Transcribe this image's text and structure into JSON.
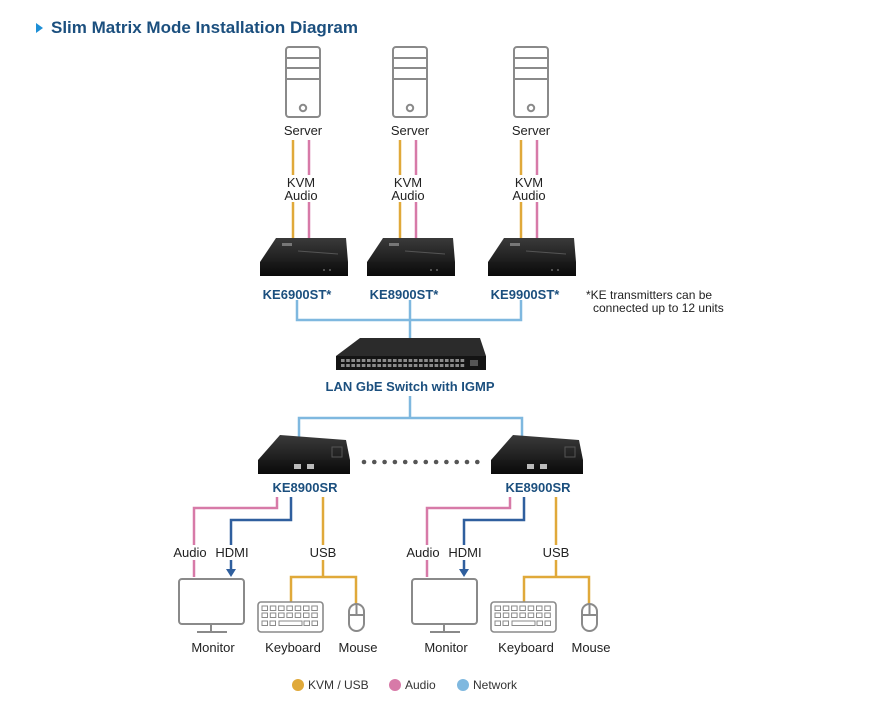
{
  "title": "Slim Matrix Mode Installation Diagram",
  "colors": {
    "kvm_usb": "#e0a93a",
    "audio": "#d77aa8",
    "network": "#7fb8df",
    "hdmi": "#2f5f9e",
    "title": "#1b4f7e",
    "icon_gray": "#8a8a8a"
  },
  "servers": [
    {
      "label": "Server",
      "link_labels": [
        "KVM",
        "Audio"
      ],
      "transmitter": "KE6900ST*"
    },
    {
      "label": "Server",
      "link_labels": [
        "KVM",
        "Audio"
      ],
      "transmitter": "KE8900ST*"
    },
    {
      "label": "Server",
      "link_labels": [
        "KVM",
        "Audio"
      ],
      "transmitter": "KE9900ST*"
    }
  ],
  "note": {
    "line1": "*KE transmitters can be",
    "line2": "connected up to 12 units"
  },
  "switch": {
    "label": "LAN GbE Switch with IGMP"
  },
  "receivers": [
    {
      "model": "KE8900SR",
      "links": {
        "audio": "Audio",
        "hdmi": "HDMI",
        "usb": "USB"
      },
      "devices": {
        "monitor": "Monitor",
        "keyboard": "Keyboard",
        "mouse": "Mouse"
      }
    },
    {
      "model": "KE8900SR",
      "links": {
        "audio": "Audio",
        "hdmi": "HDMI",
        "usb": "USB"
      },
      "devices": {
        "monitor": "Monitor",
        "keyboard": "Keyboard",
        "mouse": "Mouse"
      }
    }
  ],
  "legend": [
    {
      "label": "KVM / USB",
      "color": "#e0a93a"
    },
    {
      "label": "Audio",
      "color": "#d77aa8"
    },
    {
      "label": "Network",
      "color": "#7fb8df"
    }
  ]
}
